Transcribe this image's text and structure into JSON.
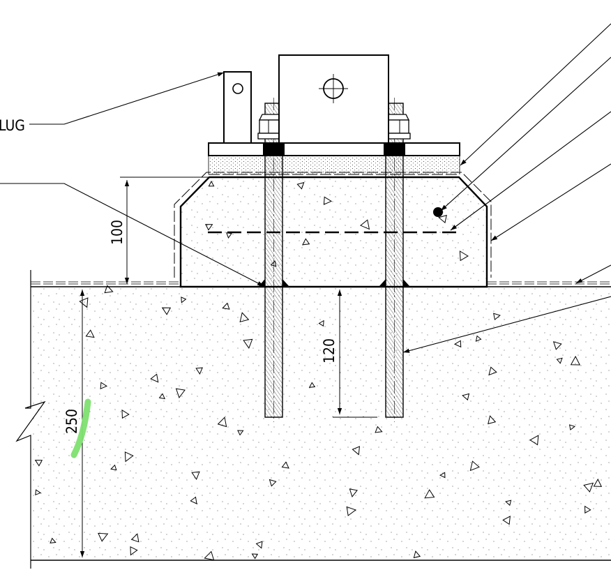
{
  "labels": {
    "lug": "LUG"
  },
  "dimensions": {
    "plinth_height": "100",
    "bolt_embedment": "120",
    "slab_thickness": "250"
  },
  "colors": {
    "line": "#000000",
    "highlighter": "#7ee06f"
  }
}
